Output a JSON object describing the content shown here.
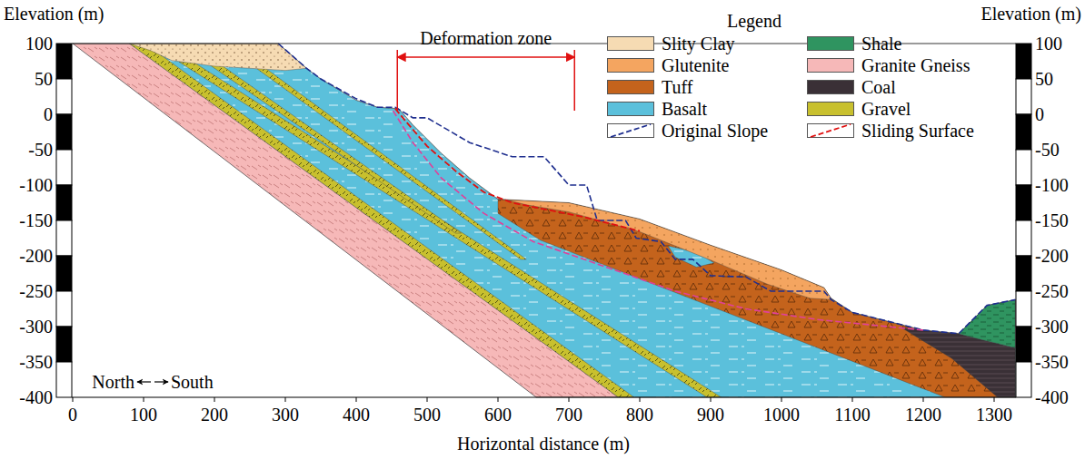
{
  "diagram": {
    "labels": [
      "Elevation (m)",
      "Deformation zone",
      "Legend",
      "Elevation (m)",
      "100",
      "50",
      "0",
      "-50",
      "-100",
      "-150",
      "-200",
      "-250",
      "-300",
      "-350",
      "-400",
      "100",
      "50",
      "0",
      "-50",
      "-100",
      "-150",
      "-200",
      "-250",
      "-300",
      "-350",
      "-400",
      "0",
      "100",
      "200",
      "300",
      "400",
      "500",
      "600",
      "700",
      "800",
      "900",
      "1000",
      "1100",
      "1200",
      "1300",
      "Horizontal distance (m)",
      "North",
      "South"
    ],
    "legend": [
      {
        "text": "Slity Clay",
        "color": "#f6dbb3"
      },
      {
        "text": "Shale",
        "color": "#2f9460"
      },
      {
        "text": "Glutenite",
        "color": "#f4a560"
      },
      {
        "text": "Granite Gneiss",
        "color": "#f6b8b8"
      },
      {
        "text": "Tuff",
        "color": "#c4631c"
      },
      {
        "text": "Coal",
        "color": "#3a3036"
      },
      {
        "text": "Basalt",
        "color": "#5bc0db"
      },
      {
        "text": "Gravel",
        "color": "#c8c02e"
      },
      {
        "text": "Original Slope"
      },
      {
        "text": "Sliding Surface"
      }
    ]
  }
}
